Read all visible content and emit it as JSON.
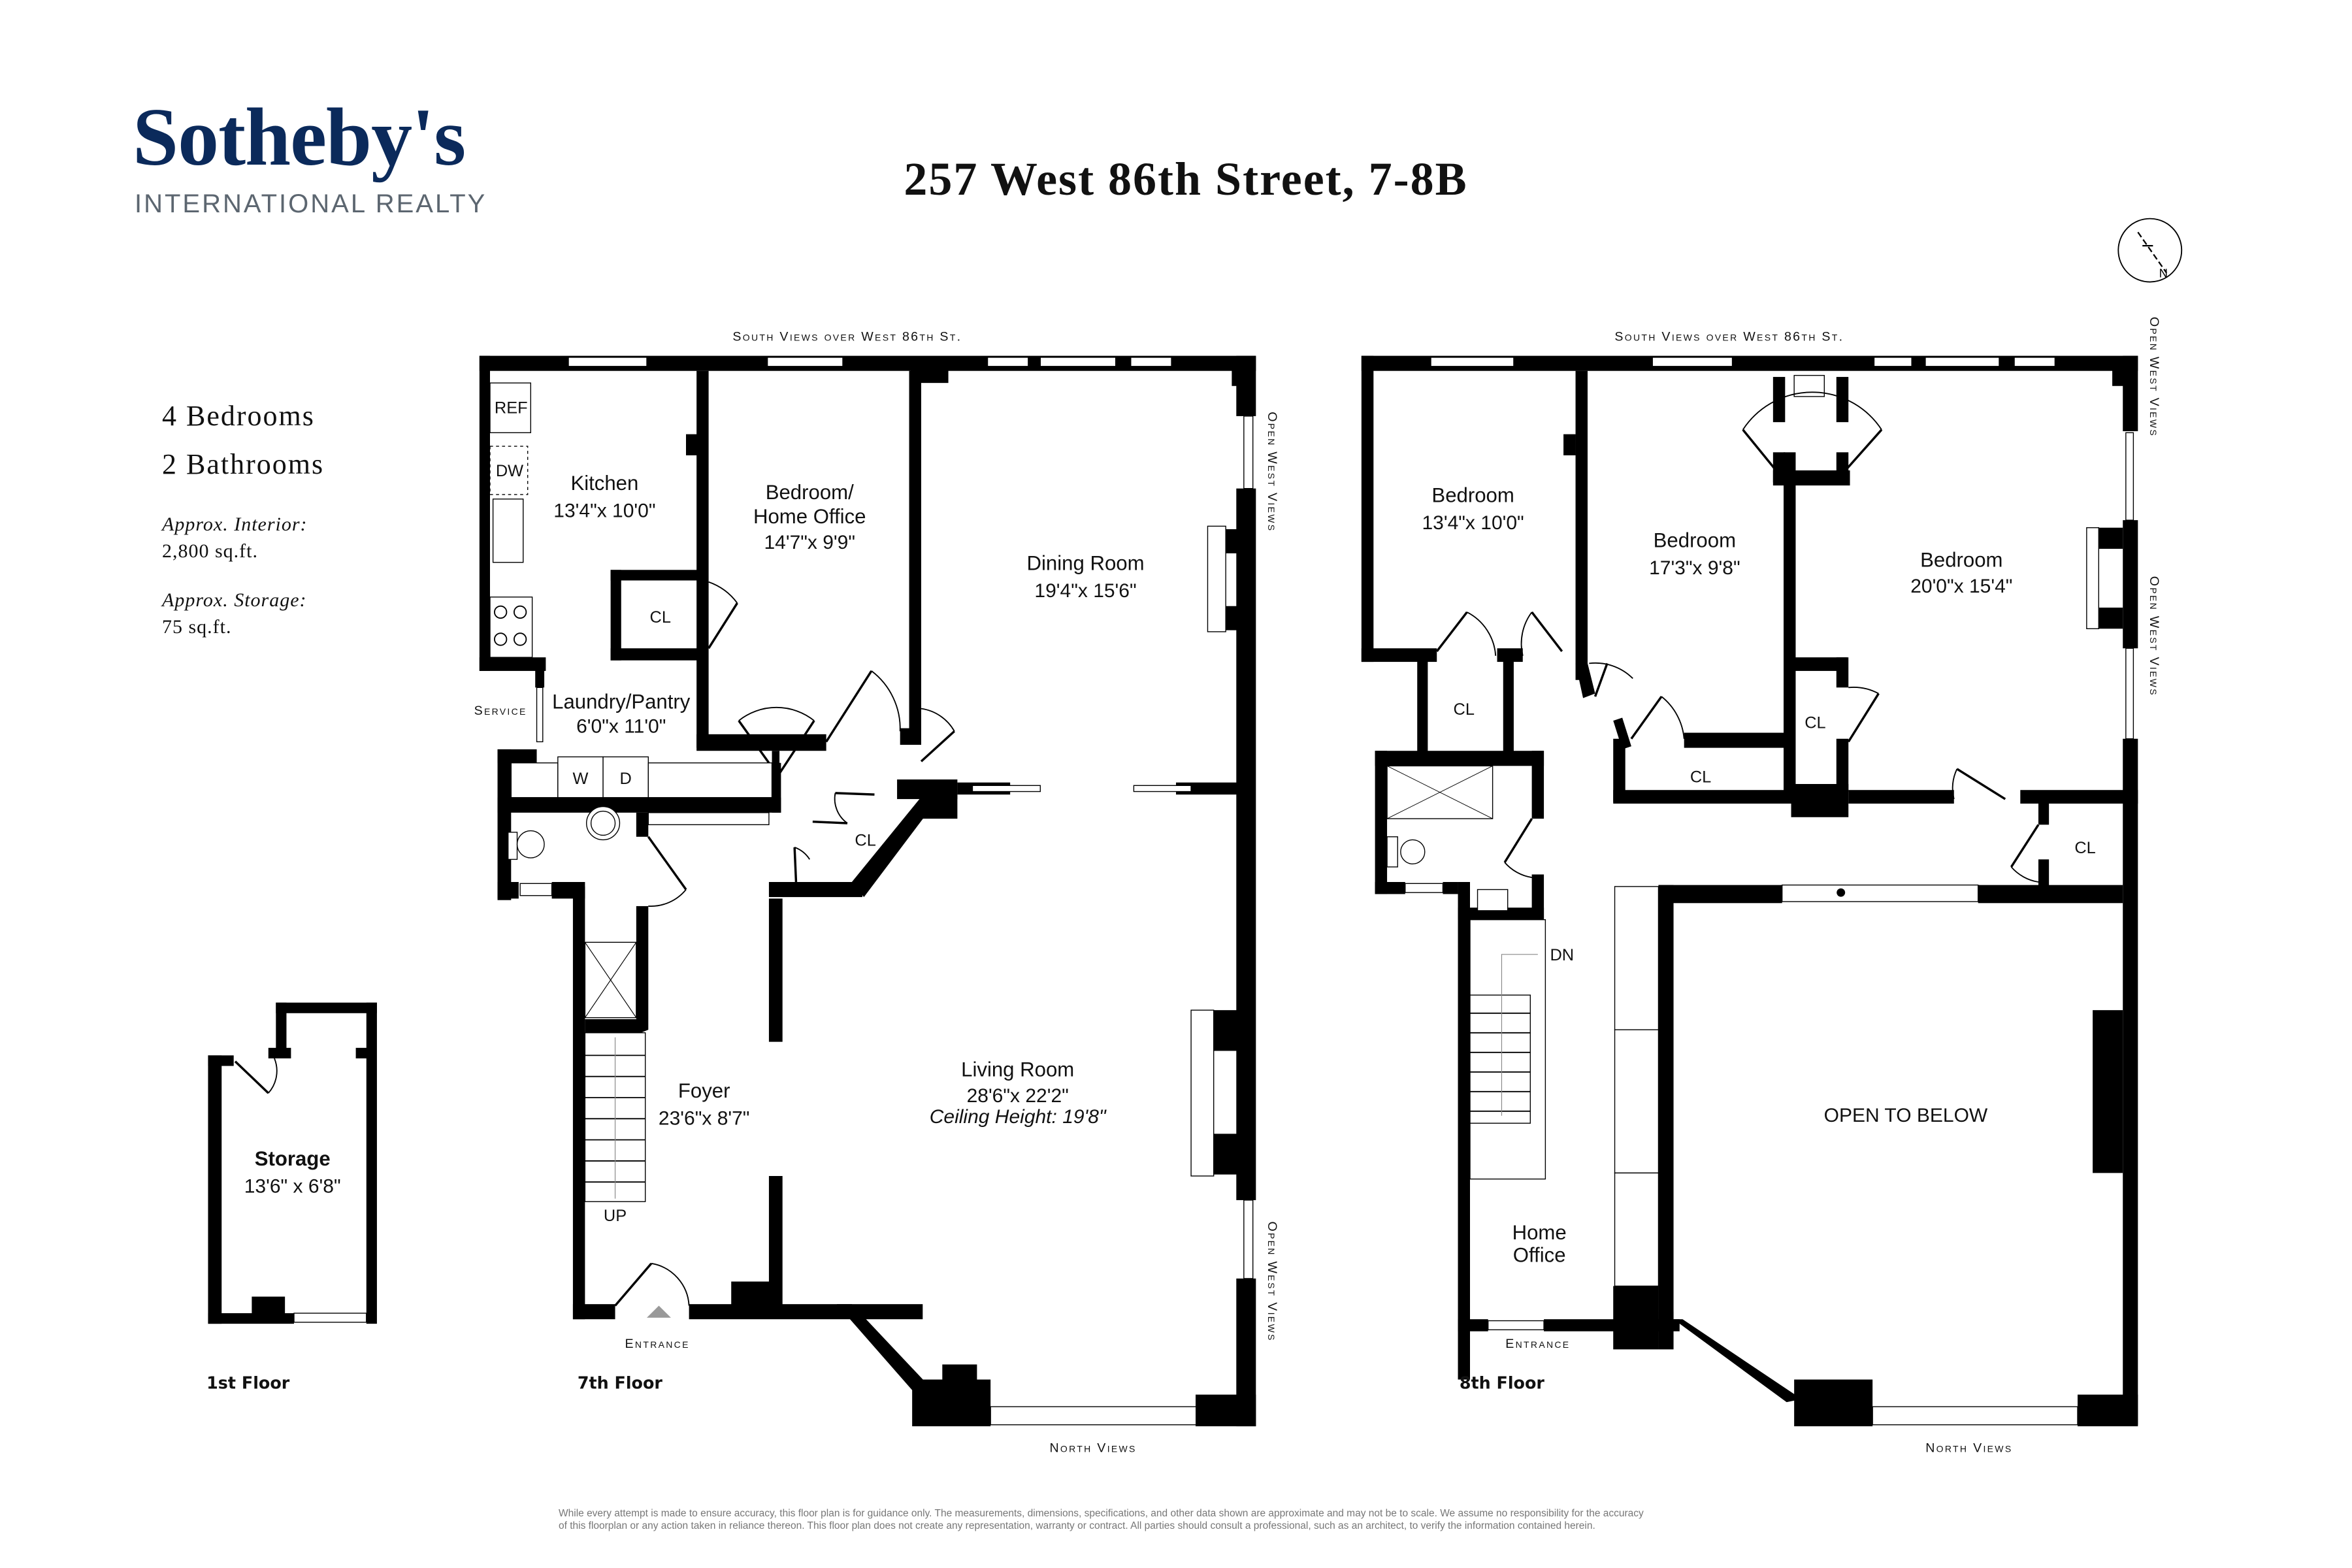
{
  "brand": {
    "name": "Sotheby's",
    "subtitle": "INTERNATIONAL REALTY",
    "color": "#0b2a5b"
  },
  "title": "257 West 86th Street, 7-8B",
  "summary": {
    "bedrooms": "4 Bedrooms",
    "bathrooms": "2 Bathrooms",
    "interior_label": "Approx. Interior:",
    "interior_value": "2,800 sq.ft.",
    "storage_label": "Approx. Storage:",
    "storage_value": "75 sq.ft."
  },
  "compass": {
    "icon": "compass-north-icon",
    "label": "N"
  },
  "floors": {
    "first": {
      "label": "1st Floor",
      "rooms": [
        {
          "name": "Storage",
          "dims": "13'6\" x 6'8\""
        }
      ]
    },
    "seventh": {
      "label": "7th Floor",
      "top_view": "South Views over West 86th St.",
      "right_view_top": "Open West Views",
      "right_view_bottom": "Open West Views",
      "bottom_view": "North Views",
      "entrance": "Entrance",
      "service": "Service",
      "stairs": "UP",
      "rooms": {
        "kitchen": {
          "name": "Kitchen",
          "dims": "13'4\"x 10'0\""
        },
        "bedroom_office": {
          "name1": "Bedroom/",
          "name2": "Home Office",
          "dims": "14'7\"x 9'9\""
        },
        "dining": {
          "name": "Dining Room",
          "dims": "19'4\"x 15'6\""
        },
        "laundry": {
          "name": "Laundry/Pantry",
          "dims": "6'0\"x 11'0\""
        },
        "foyer": {
          "name": "Foyer",
          "dims": "23'6\"x 8'7\""
        },
        "living": {
          "name": "Living Room",
          "dims": "28'6\"x 22'2\"",
          "note": "Ceiling Height: 19'8\""
        },
        "closet_kitchen": "CL",
        "closet_foyer": "CL"
      },
      "appliances": {
        "ref": "REF",
        "dw": "DW",
        "washer": "W",
        "dryer": "D"
      }
    },
    "eighth": {
      "label": "8th Floor",
      "top_view": "South Views over West 86th St.",
      "right_view_top": "Open West Views",
      "right_view_bottom": "Open West Views",
      "bottom_view": "North Views",
      "entrance": "Entrance",
      "stairs": "DN",
      "rooms": {
        "bedroom_1": {
          "name": "Bedroom",
          "dims": "13'4\"x 10'0\""
        },
        "bedroom_2": {
          "name": "Bedroom",
          "dims": "17'3\"x 9'8\""
        },
        "bedroom_3": {
          "name": "Bedroom",
          "dims": "20'0\"x 15'4\""
        },
        "office": {
          "name1": "Home",
          "name2": "Office"
        },
        "open": "OPEN TO BELOW",
        "closets": [
          "CL",
          "CL",
          "CL",
          "CL"
        ]
      }
    }
  },
  "disclaimer": [
    "While every attempt is made to ensure accuracy, this floor plan is for guidance only.  The measurements, dimensions, specifications, and other data shown are approximate and may not be to scale.  We assume no responsibility for the accuracy",
    "of this floorplan or any action taken in reliance thereon. This floor plan does not create any representation, warranty or contract. All parties should consult a professional, such as an architect, to verify the information contained herein."
  ]
}
